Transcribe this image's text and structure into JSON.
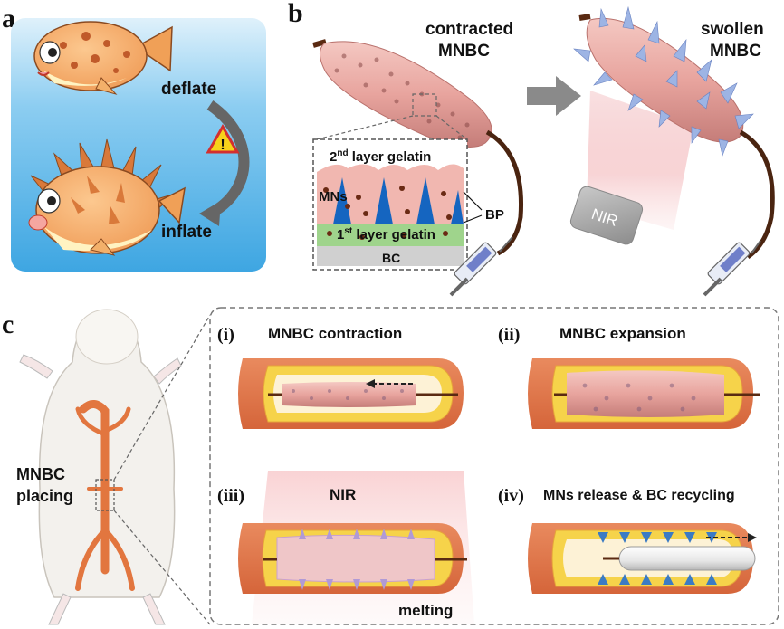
{
  "panels": {
    "a": "a",
    "b": "b",
    "c": "c"
  },
  "panel_a": {
    "deflate": "deflate",
    "inflate": "inflate",
    "warning": "!"
  },
  "panel_b": {
    "contracted_line1": "contracted",
    "contracted_line2": "MNBC",
    "swollen_line1": "swollen",
    "swollen_line2": "MNBC",
    "layer2_pre": "2",
    "layer2_sup": "nd",
    "layer2_post": " layer gelatin",
    "layer1_pre": "1",
    "layer1_sup": "st",
    "layer1_post": " layer gelatin",
    "mns": "MNs",
    "bp": "BP",
    "bc": "BC",
    "nir": "NIR"
  },
  "panel_c": {
    "placing_line1": "MNBC",
    "placing_line2": "placing",
    "i_num": "(i)",
    "i_title": "MNBC  contraction",
    "ii_num": "(ii)",
    "ii_title": "MNBC expansion",
    "iii_num": "(iii)",
    "iii_title": "NIR",
    "iii_melting": "melting",
    "iv_num": "(iv)",
    "iv_title": "MNs release & BC recycling"
  },
  "colors": {
    "sky": "#4fb1e6",
    "fish": "#f4a15e",
    "balloon": "#e9a7a3",
    "vessel": "#e3774c",
    "fat": "#f6d34a",
    "spike": "#7da2d8"
  }
}
